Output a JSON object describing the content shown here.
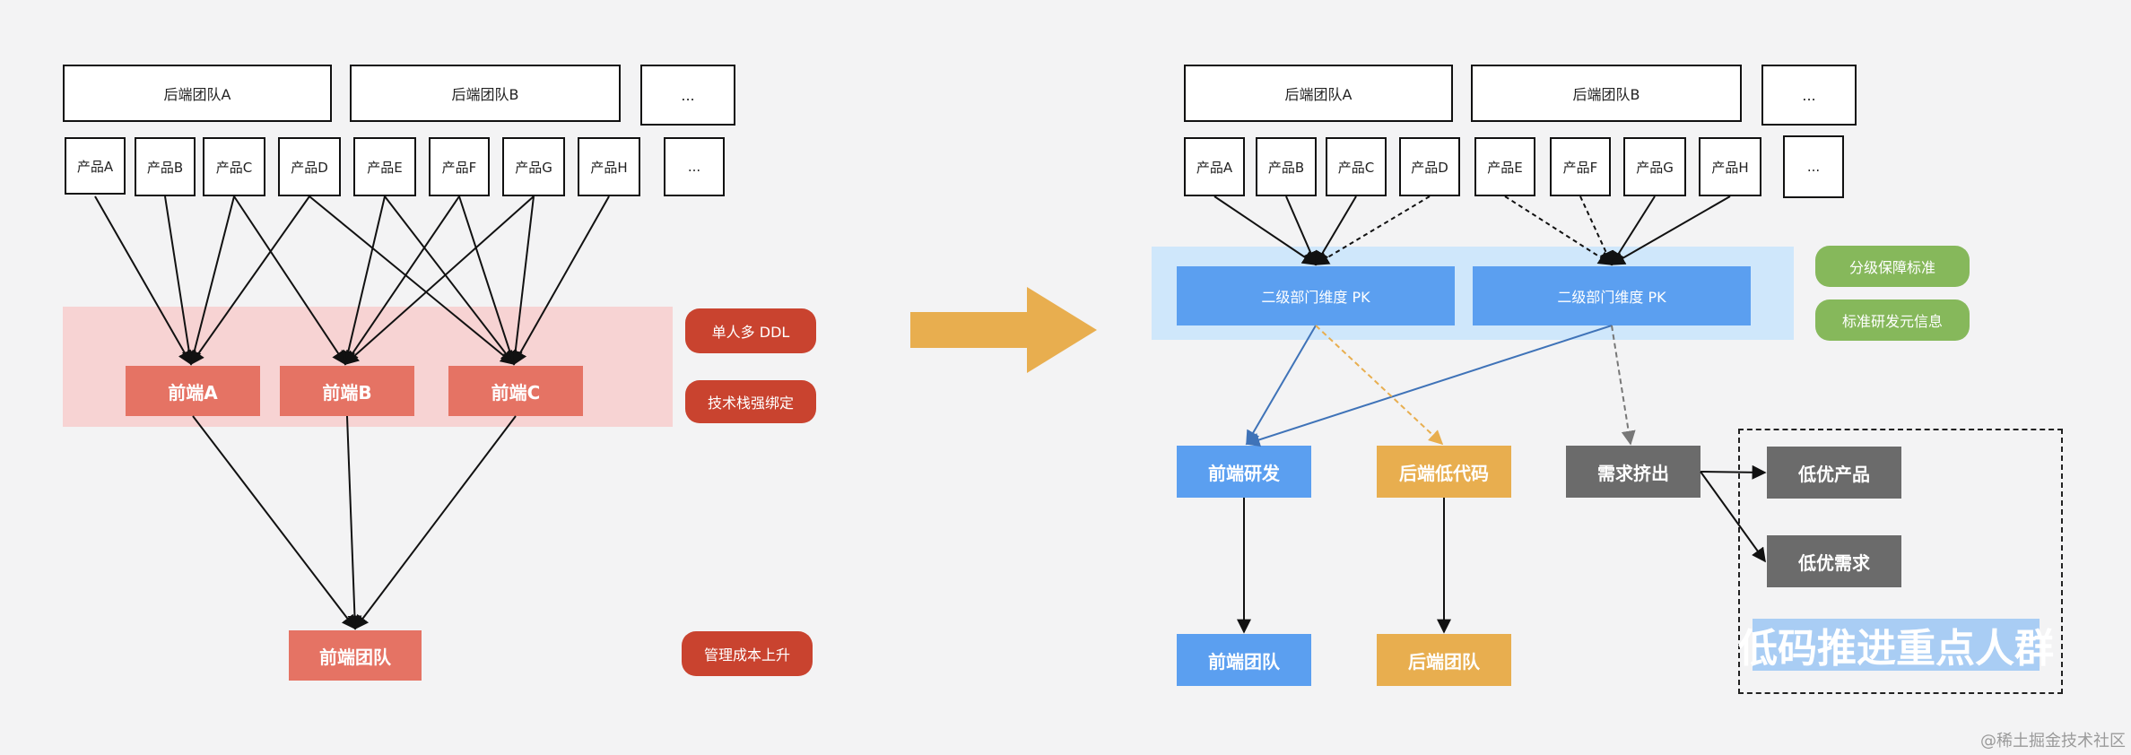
{
  "left": {
    "backend_teams": [
      "后端团队A",
      "后端团队B",
      "..."
    ],
    "products": [
      "产品A",
      "产品B",
      "产品C",
      "产品D",
      "产品E",
      "产品F",
      "产品G",
      "产品H",
      "..."
    ],
    "frontends": [
      "前端A",
      "前端B",
      "前端C"
    ],
    "frontend_team": "前端团队",
    "tags": [
      "单人多 DDL",
      "技术栈强绑定",
      "管理成本上升"
    ]
  },
  "right": {
    "backend_teams": [
      "后端团队A",
      "后端团队B",
      "..."
    ],
    "products": [
      "产品A",
      "产品B",
      "产品C",
      "产品D",
      "产品E",
      "产品F",
      "产品G",
      "产品H",
      "..."
    ],
    "pk_boxes": [
      "二级部门维度 PK",
      "二级部门维度 PK"
    ],
    "tags": [
      "分级保障标准",
      "标准研发元信息"
    ],
    "frontend_dev": "前端研发",
    "backend_lowcode": "后端低代码",
    "demand_squeeze": "需求挤出",
    "low_priority": [
      "低优产品",
      "低优需求"
    ],
    "frontend_team": "前端团队",
    "backend_team": "后端团队",
    "highlight": "低码推进重点人群"
  },
  "watermark": "@稀土掘金技术社区",
  "colors": {
    "red_band": "#f7d3d3",
    "frontend_red": "#e57364",
    "tag_red": "#c9432f",
    "blue_band": "#cfe7fb",
    "blue": "#5b9ff0",
    "orange": "#e8ae4f",
    "gray": "#6b6b6b",
    "green": "#86b85b",
    "arrow": "#e8ae4f"
  }
}
